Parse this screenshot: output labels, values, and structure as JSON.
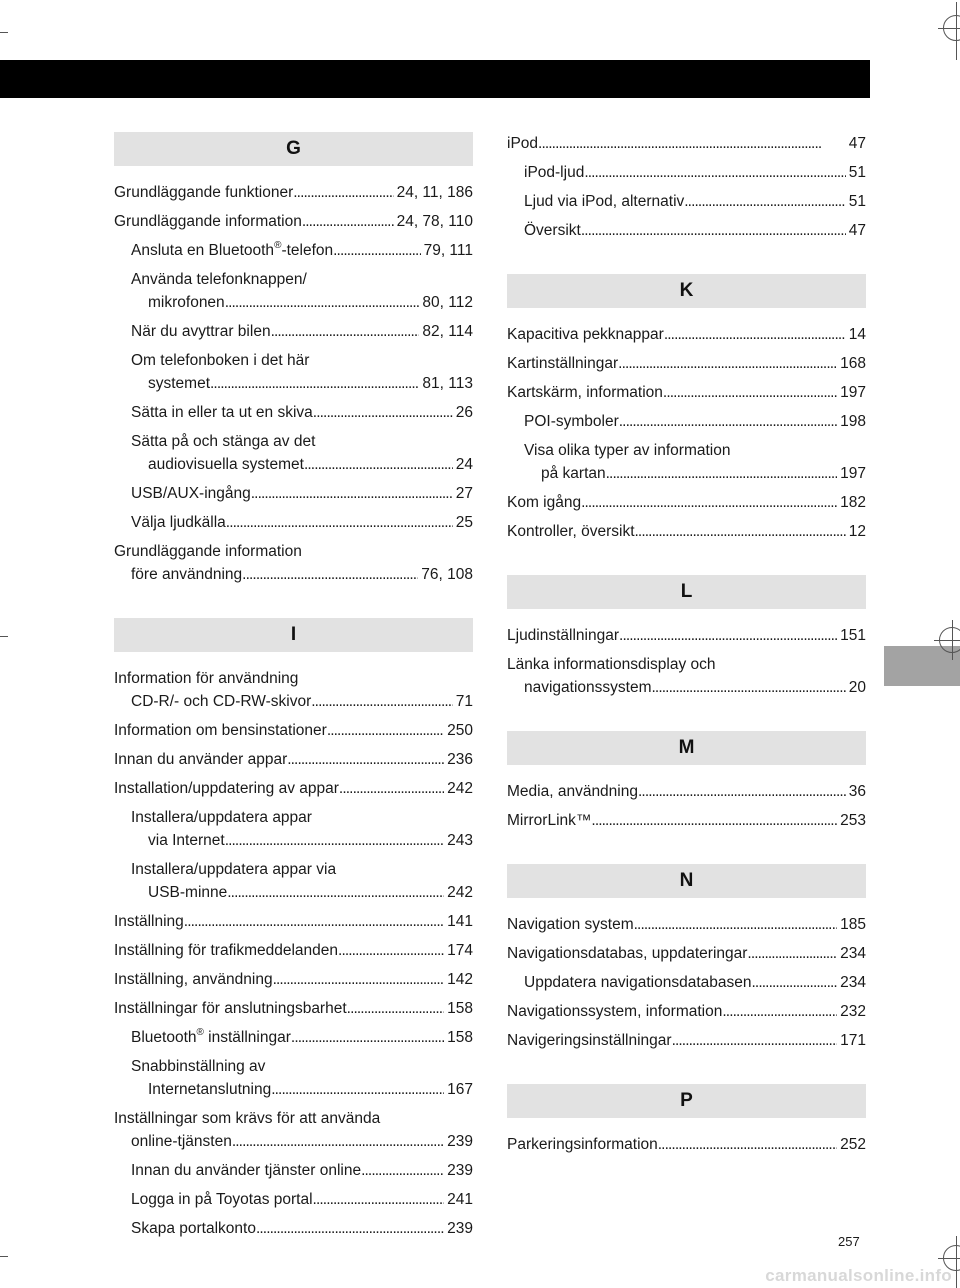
{
  "page": {
    "number": "257",
    "watermark": "carmanualsonline.info"
  },
  "left_column": [
    {
      "letter": "G",
      "entries": [
        {
          "parts": [
            "Grundläggande funktioner"
          ],
          "page": "24, 11, 186",
          "level": 0
        },
        {
          "parts": [
            "Grundläggande information"
          ],
          "page": "24, 78, 110",
          "level": 0
        },
        {
          "parts": [
            "Ansluta en Bluetooth",
            "®",
            "-telefon"
          ],
          "page": "79, 111",
          "level": 1,
          "sup": true
        },
        {
          "first": "Använda telefonknappen/",
          "parts": [
            "mikrofonen"
          ],
          "page": "80, 112",
          "level": 1
        },
        {
          "parts": [
            "När du avyttrar bilen"
          ],
          "page": "82, 114",
          "level": 1
        },
        {
          "first": "Om telefonboken i det här",
          "parts": [
            "systemet"
          ],
          "page": "81, 113",
          "level": 1
        },
        {
          "parts": [
            "Sätta in eller ta ut en skiva"
          ],
          "page": "26",
          "level": 1
        },
        {
          "first": "Sätta på och stänga av det",
          "parts": [
            "audiovisuella systemet"
          ],
          "page": "24",
          "level": 1
        },
        {
          "parts": [
            "USB/AUX-ingång"
          ],
          "page": "27",
          "level": 1
        },
        {
          "parts": [
            "Välja ljudkälla"
          ],
          "page": "25",
          "level": 1
        },
        {
          "first": "Grundläggande information",
          "parts": [
            "före användning"
          ],
          "page": "76, 108",
          "level": 0
        }
      ]
    },
    {
      "letter": "I",
      "entries": [
        {
          "first": "Information för användning",
          "parts": [
            "CD-R/- och CD-RW-skivor"
          ],
          "page": "71",
          "level": 0
        },
        {
          "parts": [
            "Information om bensinstationer"
          ],
          "page": "250",
          "level": 0
        },
        {
          "parts": [
            "Innan du använder appar"
          ],
          "page": "236",
          "level": 0
        },
        {
          "parts": [
            "Installation/uppdatering av appar"
          ],
          "page": "242",
          "level": 0
        },
        {
          "first": "Installera/uppdatera appar",
          "parts": [
            "via Internet"
          ],
          "page": "243",
          "level": 1
        },
        {
          "first": "Installera/uppdatera appar via",
          "parts": [
            "USB-minne"
          ],
          "page": "242",
          "level": 1
        },
        {
          "parts": [
            "Inställning"
          ],
          "page": "141",
          "level": 0
        },
        {
          "parts": [
            "Inställning för trafikmeddelanden"
          ],
          "page": "174",
          "level": 0
        },
        {
          "parts": [
            "Inställning, användning"
          ],
          "page": "142",
          "level": 0
        },
        {
          "parts": [
            "Inställningar för anslutningsbarhet"
          ],
          "page": "158",
          "level": 0
        },
        {
          "parts": [
            "Bluetooth",
            "®",
            " inställningar"
          ],
          "page": "158",
          "level": 1,
          "sup": true
        },
        {
          "first": "Snabbinställning av",
          "parts": [
            "Internetanslutning"
          ],
          "page": "167",
          "level": 1
        },
        {
          "first": "Inställningar som krävs för att använda",
          "parts": [
            "online-tjänsten"
          ],
          "page": "239",
          "level": 0
        },
        {
          "parts": [
            "Innan du använder tjänster online"
          ],
          "page": "239",
          "level": 1
        },
        {
          "parts": [
            "Logga in på Toyotas portal"
          ],
          "page": "241",
          "level": 1
        },
        {
          "parts": [
            "Skapa portalkonto"
          ],
          "page": "239",
          "level": 1
        }
      ]
    }
  ],
  "right_column": [
    {
      "letter": "",
      "entries": [
        {
          "parts": [
            "iPod"
          ],
          "page": "47",
          "level": 0
        },
        {
          "parts": [
            "iPod-ljud"
          ],
          "page": "51",
          "level": 1
        },
        {
          "parts": [
            "Ljud via iPod, alternativ"
          ],
          "page": "51",
          "level": 1
        },
        {
          "parts": [
            "Översikt"
          ],
          "page": "47",
          "level": 1
        }
      ]
    },
    {
      "letter": "K",
      "entries": [
        {
          "parts": [
            "Kapacitiva pekknappar"
          ],
          "page": "14",
          "level": 0
        },
        {
          "parts": [
            "Kartinställningar"
          ],
          "page": "168",
          "level": 0
        },
        {
          "parts": [
            "Kartskärm, information"
          ],
          "page": "197",
          "level": 0
        },
        {
          "parts": [
            "POI-symboler"
          ],
          "page": "198",
          "level": 1
        },
        {
          "first": "Visa olika typer av information",
          "parts": [
            "på kartan"
          ],
          "page": "197",
          "level": 1
        },
        {
          "parts": [
            "Kom igång"
          ],
          "page": "182",
          "level": 0
        },
        {
          "parts": [
            "Kontroller, översikt"
          ],
          "page": "12",
          "level": 0
        }
      ]
    },
    {
      "letter": "L",
      "entries": [
        {
          "parts": [
            "Ljudinställningar"
          ],
          "page": "151",
          "level": 0
        },
        {
          "first": "Länka informationsdisplay och",
          "parts": [
            "navigationssystem"
          ],
          "page": "20",
          "level": 0
        }
      ]
    },
    {
      "letter": "M",
      "entries": [
        {
          "parts": [
            "Media, användning"
          ],
          "page": "36",
          "level": 0
        },
        {
          "parts": [
            "MirrorLink™"
          ],
          "page": "253",
          "level": 0
        }
      ]
    },
    {
      "letter": "N",
      "entries": [
        {
          "parts": [
            "Navigation system"
          ],
          "page": "185",
          "level": 0
        },
        {
          "parts": [
            "Navigationsdatabas, uppdateringar"
          ],
          "page": "234",
          "level": 0
        },
        {
          "parts": [
            "Uppdatera navigationsdatabasen"
          ],
          "page": "234",
          "level": 1
        },
        {
          "parts": [
            "Navigationssystem, information"
          ],
          "page": "232",
          "level": 0
        },
        {
          "parts": [
            "Navigeringsinställningar"
          ],
          "page": "171",
          "level": 0
        }
      ]
    },
    {
      "letter": "P",
      "entries": [
        {
          "parts": [
            "Parkeringsinformation"
          ],
          "page": "252",
          "level": 0
        }
      ]
    }
  ]
}
